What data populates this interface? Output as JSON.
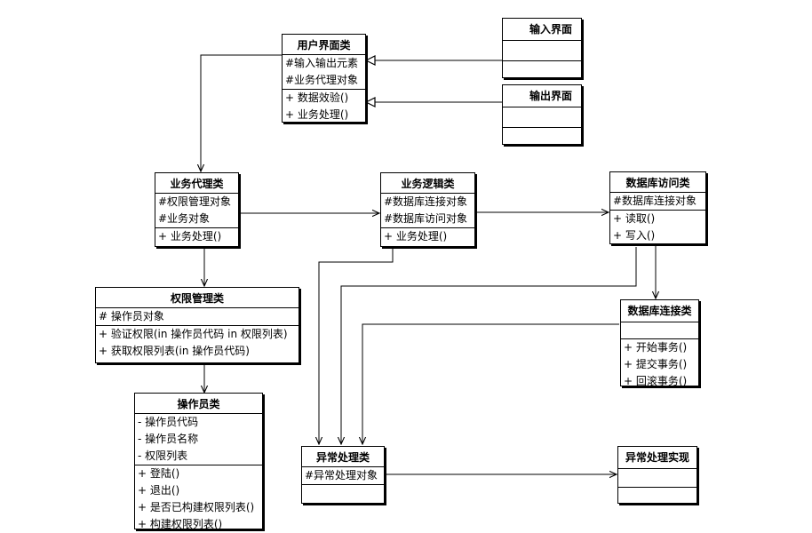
{
  "classes": {
    "user_ui": {
      "name": "用户界面类",
      "attributes": [
        "#输入输出元素",
        "#业务代理对象"
      ],
      "methods": [
        "+ 数据效验()",
        "+ 业务处理()"
      ]
    },
    "input_ui": {
      "name": "输入界面"
    },
    "output_ui": {
      "name": "输出界面"
    },
    "biz_proxy": {
      "name": "业务代理类",
      "attributes": [
        "#权限管理对象",
        "#业务对象"
      ],
      "methods": [
        "+ 业务处理()"
      ]
    },
    "biz_logic": {
      "name": "业务逻辑类",
      "attributes": [
        "#数据库连接对象",
        "#数据库访问对象"
      ],
      "methods": [
        "+ 业务处理()"
      ]
    },
    "db_access": {
      "name": "数据库访问类",
      "attributes": [
        "#数据库连接对象"
      ],
      "methods": [
        "+ 读取()",
        "+ 写入()"
      ]
    },
    "perm_mgr": {
      "name": "权限管理类",
      "attributes": [
        "# 操作员对象"
      ],
      "methods": [
        "+ 验证权限(in 操作员代码 in 权限列表)",
        "+ 获取权限列表(in 操作员代码)"
      ]
    },
    "db_conn": {
      "name": "数据库连接类",
      "methods": [
        "+ 开始事务()",
        "+ 提交事务()",
        "+ 回滚事务()"
      ]
    },
    "operator": {
      "name": "操作员类",
      "attributes": [
        "- 操作员代码",
        "- 操作员名称",
        "- 权限列表"
      ],
      "methods": [
        "+ 登陆()",
        "+ 退出()",
        "+ 是否已构建权限列表()",
        "+ 构建权限列表()"
      ]
    },
    "exception": {
      "name": "异常处理类",
      "attributes": [
        "#异常处理对象"
      ]
    },
    "exception_impl": {
      "name": "异常处理实现"
    }
  }
}
